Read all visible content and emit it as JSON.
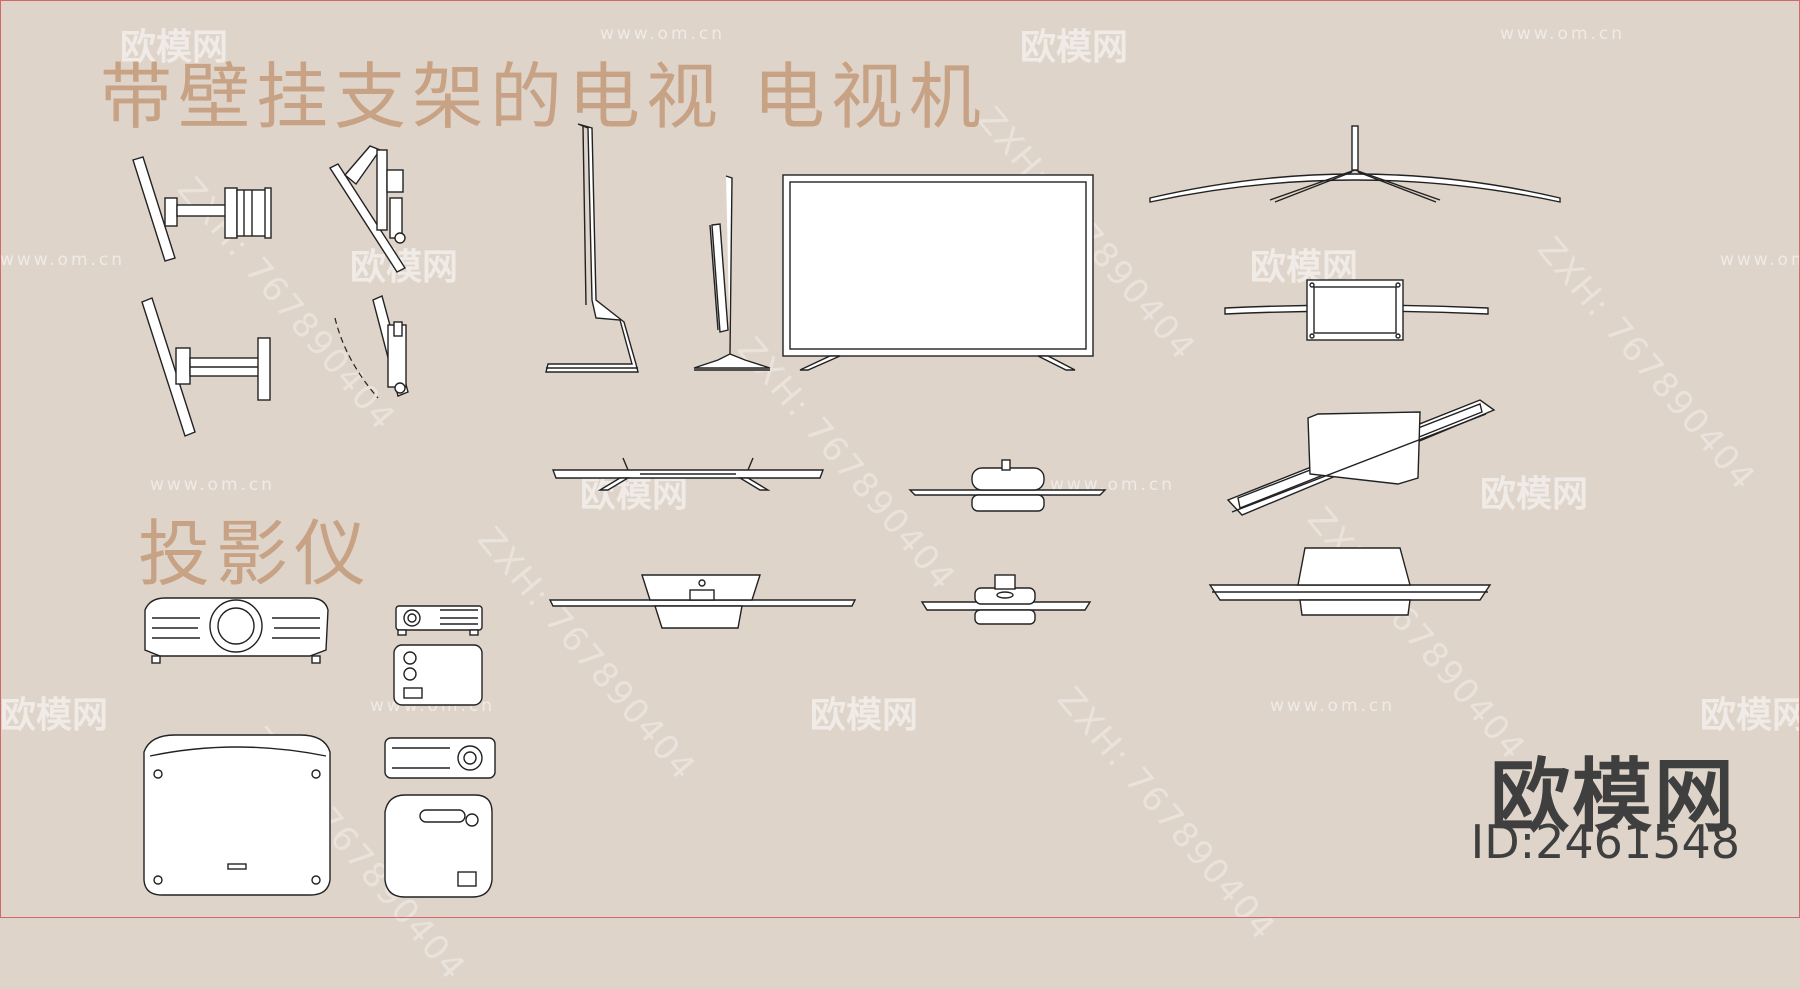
{
  "titles": {
    "tv": "带壁挂支架的电视 电视机",
    "projector": "投影仪"
  },
  "brand": {
    "name": "欧模网",
    "id": "ID:2461548"
  },
  "watermark": {
    "site": "www.om.cn",
    "logo": "欧模网",
    "code": "ZXH: 767890404"
  },
  "colors": {
    "background": "#ded4ca",
    "heading": "#c49a78",
    "line": "#222222",
    "brand": "#3f3f3f"
  }
}
